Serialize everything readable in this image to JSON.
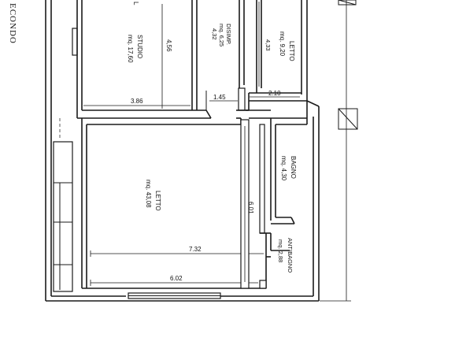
{
  "floor_label": "ECONDO",
  "rooms": {
    "studio": {
      "name": "STUDIO",
      "area": "mq. 17,60"
    },
    "disimp": {
      "name": "DISIMP.",
      "area": "mq. 6,25"
    },
    "letto_small": {
      "name": "LETTO",
      "area": "mq. 9,20"
    },
    "letto_big": {
      "name": "LETTO",
      "area": "mq. 43,08"
    },
    "bagno": {
      "name": "BAGNO",
      "area": "mq. 4,30"
    },
    "antibagno": {
      "name": "ANTIBAGNO",
      "area": "mq. 2,88"
    },
    "studio_extra": {
      "name": "L"
    }
  },
  "dimensions": {
    "studio_height": "4,56",
    "disimp_height": "4,32",
    "letto_small_height": "4,33",
    "studio_width": "3.86",
    "corridor_width": "1.45",
    "letto_small_width": "2.10",
    "letto_big_height": "6.01",
    "letto_big_width_a": "7.32",
    "letto_big_width_b": "6.02"
  }
}
